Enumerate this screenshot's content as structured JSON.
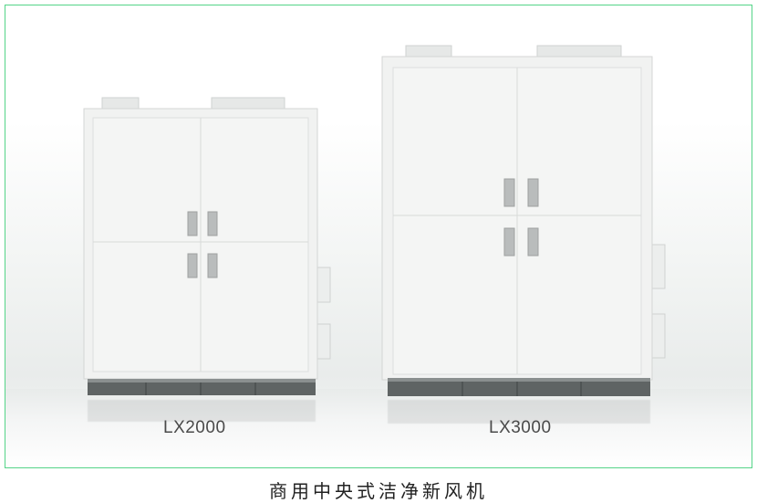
{
  "products": [
    {
      "model": "LX2000"
    },
    {
      "model": "LX3000"
    }
  ],
  "caption": "商用中央式洁净新风机",
  "colors": {
    "frame_border": "#55d488",
    "cabinet": "#f0f1f0",
    "base_rail": "#5f6464",
    "window": "#b9bcbc"
  }
}
